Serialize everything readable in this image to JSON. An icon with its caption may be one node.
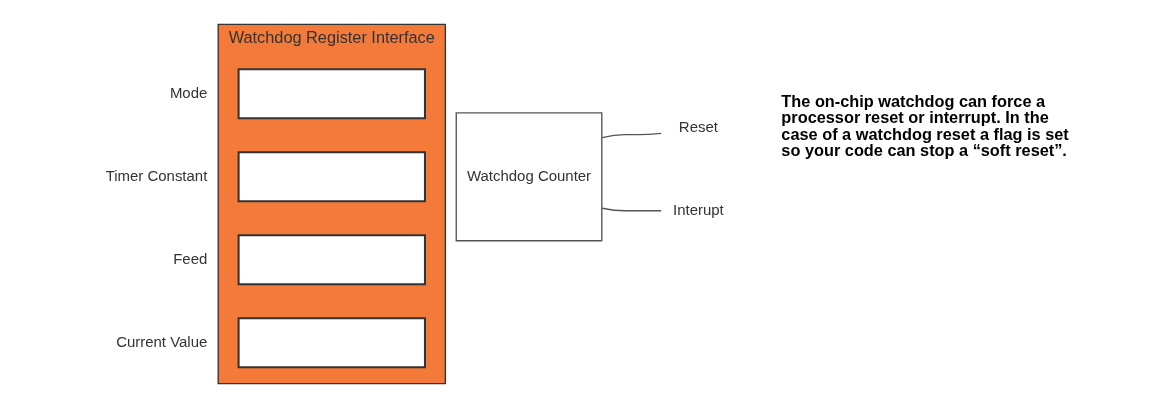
{
  "diagram": {
    "nodes": [
      {
        "text": [
          "Watchdog Register Interface"
        ]
      },
      {
        "text": [],
        "shape": "box",
        "in": 0,
        "beside": [
          "Mode"
        ]
      },
      {
        "text": [],
        "shape": "box",
        "in": 0,
        "beside": [
          "Timer Constant"
        ]
      },
      {
        "text": [],
        "shape": "box",
        "in": 0,
        "beside": [
          "Feed"
        ]
      },
      {
        "text": [],
        "shape": "box",
        "in": 0,
        "beside": [
          "Current Value"
        ]
      },
      {
        "text": [
          "Watchdog Counter"
        ]
      },
      {
        "text": [
          "Reset"
        ]
      },
      {
        "text": [
          "Interupt"
        ]
      }
    ],
    "edges": [
      {
        "from": 5,
        "to": 6,
        "arrow": "none"
      },
      {
        "from": 5,
        "to": 7,
        "arrow": "none"
      }
    ],
    "labels": [
      "The on-chip watchdog can force a processor reset or interrupt. In the case of a watchdog reset a flag is set so your code can stop a “soft reset”."
    ]
  }
}
